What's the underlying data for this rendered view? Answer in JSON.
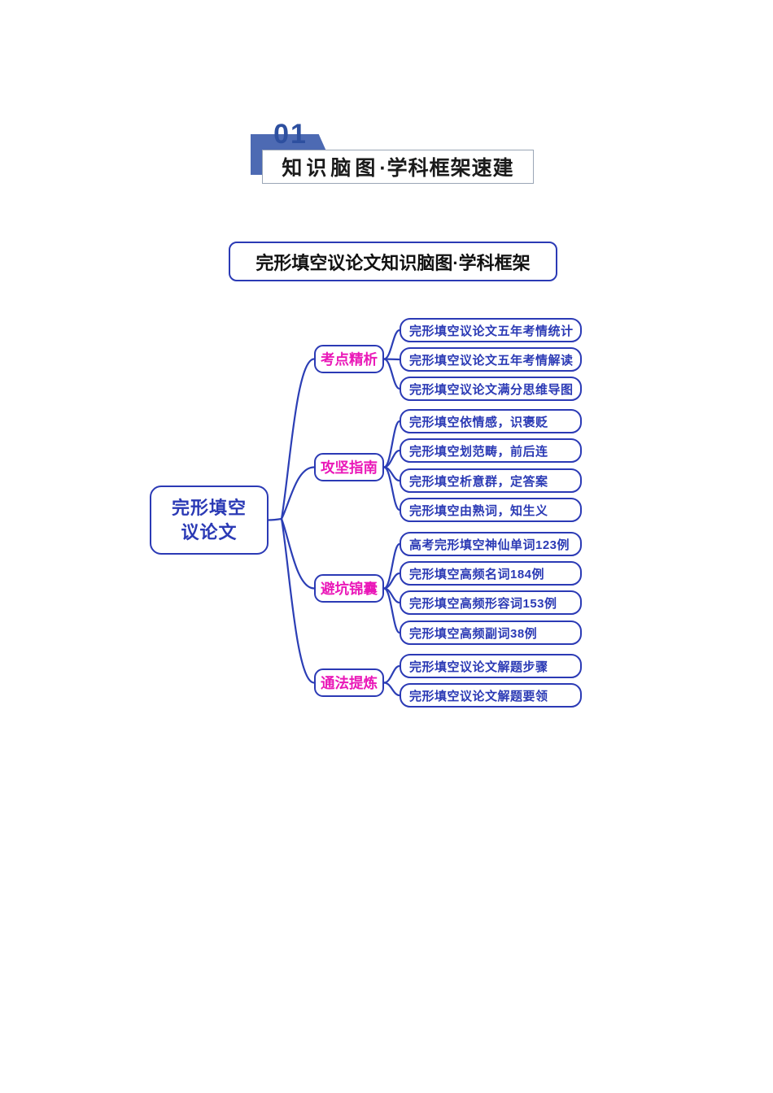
{
  "section_header": {
    "number": "01",
    "title_strong": "知识脑图",
    "title_rest": "·学科框架速建"
  },
  "map_title": "完形填空议论文知识脑图·学科框架",
  "mindmap": {
    "root": {
      "line1": "完形填空",
      "line2": "议论文"
    },
    "branches": [
      {
        "label": "考点精析",
        "children": [
          "完形填空议论文五年考情统计",
          "完形填空议论文五年考情解读",
          "完形填空议论文满分思维导图"
        ]
      },
      {
        "label": "攻坚指南",
        "children": [
          "完形填空依情感，识褒贬",
          "完形填空划范畴，前后连",
          "完形填空析意群，定答案",
          "完形填空由熟词，知生义"
        ]
      },
      {
        "label": "避坑锦囊",
        "children": [
          "高考完形填空神仙单词123例",
          "完形填空高频名词184例",
          "完形填空高频形容词153例",
          "完形填空高频副词38例"
        ]
      },
      {
        "label": "通法提炼",
        "children": [
          "完形填空议论文解题步骤",
          "完形填空议论文解题要领"
        ]
      }
    ]
  },
  "colors": {
    "node_blue": "#2b3ab5",
    "line_blue": "#2b3eb5",
    "branch_magenta": "#ea18b8",
    "header_tab_fill": "#4d6ab3",
    "header_number": "#2d4f9f",
    "header_box_border": "#9aa6b6",
    "title_text": "#111111"
  }
}
